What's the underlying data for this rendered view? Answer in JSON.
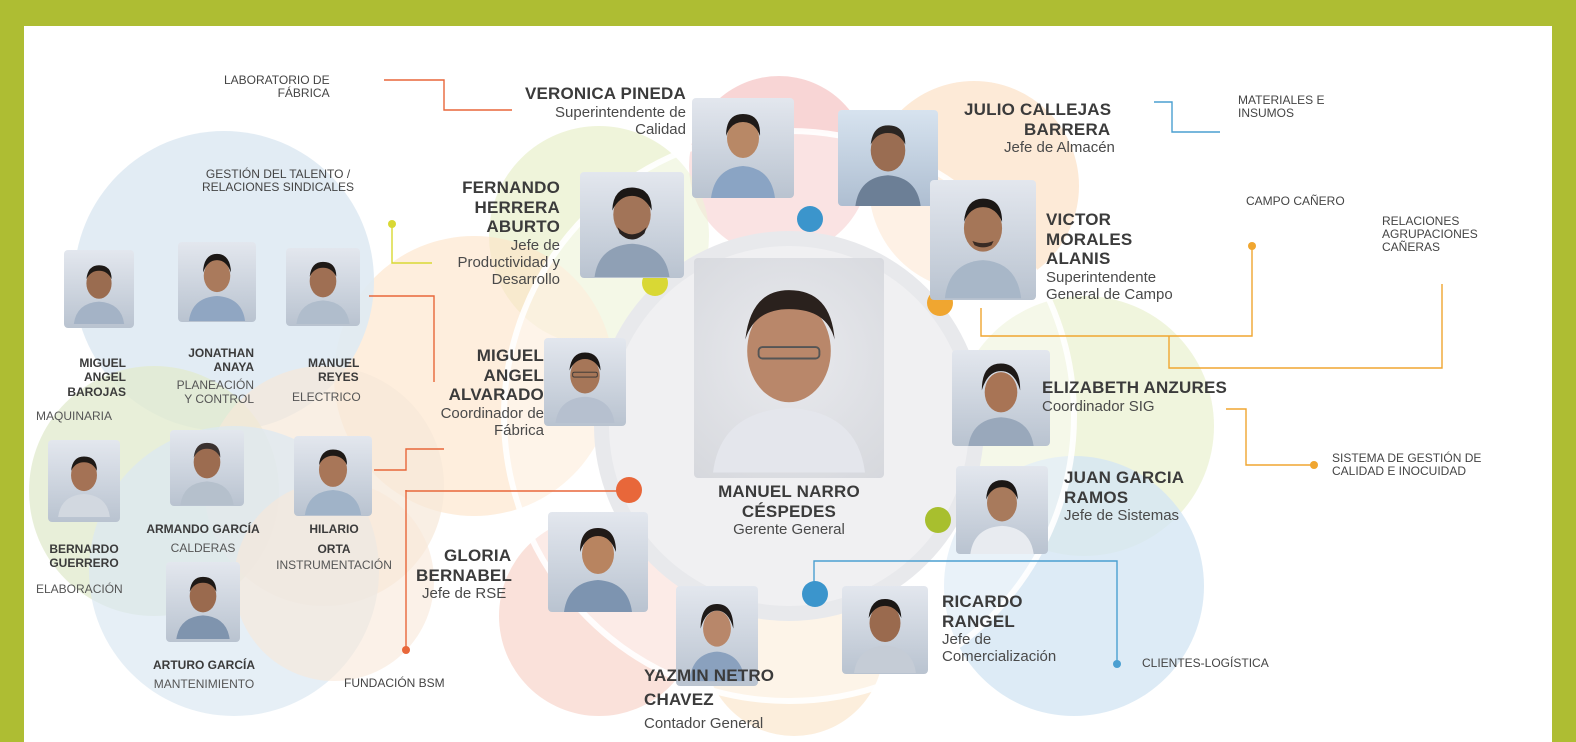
{
  "center": {
    "name_line1": "MANUEL NARRO",
    "name_line2": "CÉSPEDES",
    "role": "Gerente General"
  },
  "people": {
    "veronica": {
      "name": "VERONICA PINEDA",
      "role_line1": "Superintendente de",
      "role_line2": "Calidad"
    },
    "julio": {
      "name_line1": "JULIO CALLEJAS",
      "name_line2": "BARRERA",
      "role": "Jefe de Almacén"
    },
    "fernando": {
      "name_line1": "FERNANDO",
      "name_line2": "HERRERA",
      "name_line3": "ABURTO",
      "role_line1": "Jefe de",
      "role_line2": "Productividad y",
      "role_line3": "Desarrollo"
    },
    "victor": {
      "name_line1": "VICTOR",
      "name_line2": "MORALES",
      "name_line3": "ALANIS",
      "role_line1": "Superintendente",
      "role_line2": "General de Campo"
    },
    "miguel_alvarado": {
      "name_line1": "MIGUEL",
      "name_line2": "ANGEL",
      "name_line3": "ALVARADO",
      "role_line1": "Coordinador de",
      "role_line2": "Fábrica"
    },
    "elizabeth": {
      "name": "ELIZABETH ANZURES",
      "role": "Coordinador SIG"
    },
    "juan": {
      "name_line1": "JUAN GARCIA",
      "name_line2": "RAMOS",
      "role": "Jefe de Sistemas"
    },
    "gloria": {
      "name_line1": "GLORIA",
      "name_line2": "BERNABEL",
      "role": "Jefe de RSE"
    },
    "ricardo": {
      "name_line1": "RICARDO",
      "name_line2": "RANGEL",
      "role_line1": "Jefe de",
      "role_line2": "Comercialización"
    },
    "yazmin": {
      "name_line1": "YAZMIN NETRO",
      "name_line2": "CHAVEZ",
      "role": "Contador General"
    }
  },
  "areas": {
    "laboratorio": {
      "line1": "LABORATORIO DE",
      "line2": "FÁBRICA"
    },
    "materiales": {
      "line1": "MATERIALES E",
      "line2": "INSUMOS"
    },
    "talento": {
      "line1": "GESTIÓN DEL TALENTO /",
      "line2": "RELACIONES SINDICALES"
    },
    "campo": "CAMPO CAÑERO",
    "agrupaciones": {
      "line1": "RELACIONES",
      "line2": "AGRUPACIONES",
      "line3": "CAÑERAS"
    },
    "sistema": {
      "line1": "SISTEMA DE GESTIÓN DE",
      "line2": "CALIDAD E INOCUIDAD"
    },
    "clientes": "CLIENTES-LOGÍSTICA",
    "fundacion": "FUNDACIÓN BSM"
  },
  "staff": {
    "barojas": {
      "name_line1": "MIGUEL",
      "name_line2": "ANGEL",
      "name_line3": "BAROJAS",
      "area": "MAQUINARIA"
    },
    "anaya": {
      "name_line1": "JONATHAN",
      "name_line2": "ANAYA",
      "area_line1": "PLANEACIÓN",
      "area_line2": "Y CONTROL"
    },
    "reyes": {
      "name_line1": "MANUEL",
      "name_line2": "REYES",
      "area": "ELECTRICO"
    },
    "guerrero": {
      "name_line1": "BERNARDO",
      "name_line2": "GUERRERO",
      "area": "ELABORACIÓN"
    },
    "armando": {
      "name": "ARMANDO GARCÍA",
      "area": "CALDERAS"
    },
    "hilario": {
      "name_line1": "HILARIO",
      "name_line2": "ORTA",
      "area": "INSTRUMENTACIÓN"
    },
    "arturo": {
      "name": "ARTURO GARCÍA",
      "area": "MANTENIMIENTO"
    }
  },
  "colors": {
    "frame": "#aebd33",
    "orange_line": "#f0a630",
    "red_line": "#e8673a",
    "blue_line": "#4a9fd1",
    "blue_node": "#3b95cc",
    "olive_node": "#a8bf2e",
    "yellow_node": "#d9d834"
  }
}
